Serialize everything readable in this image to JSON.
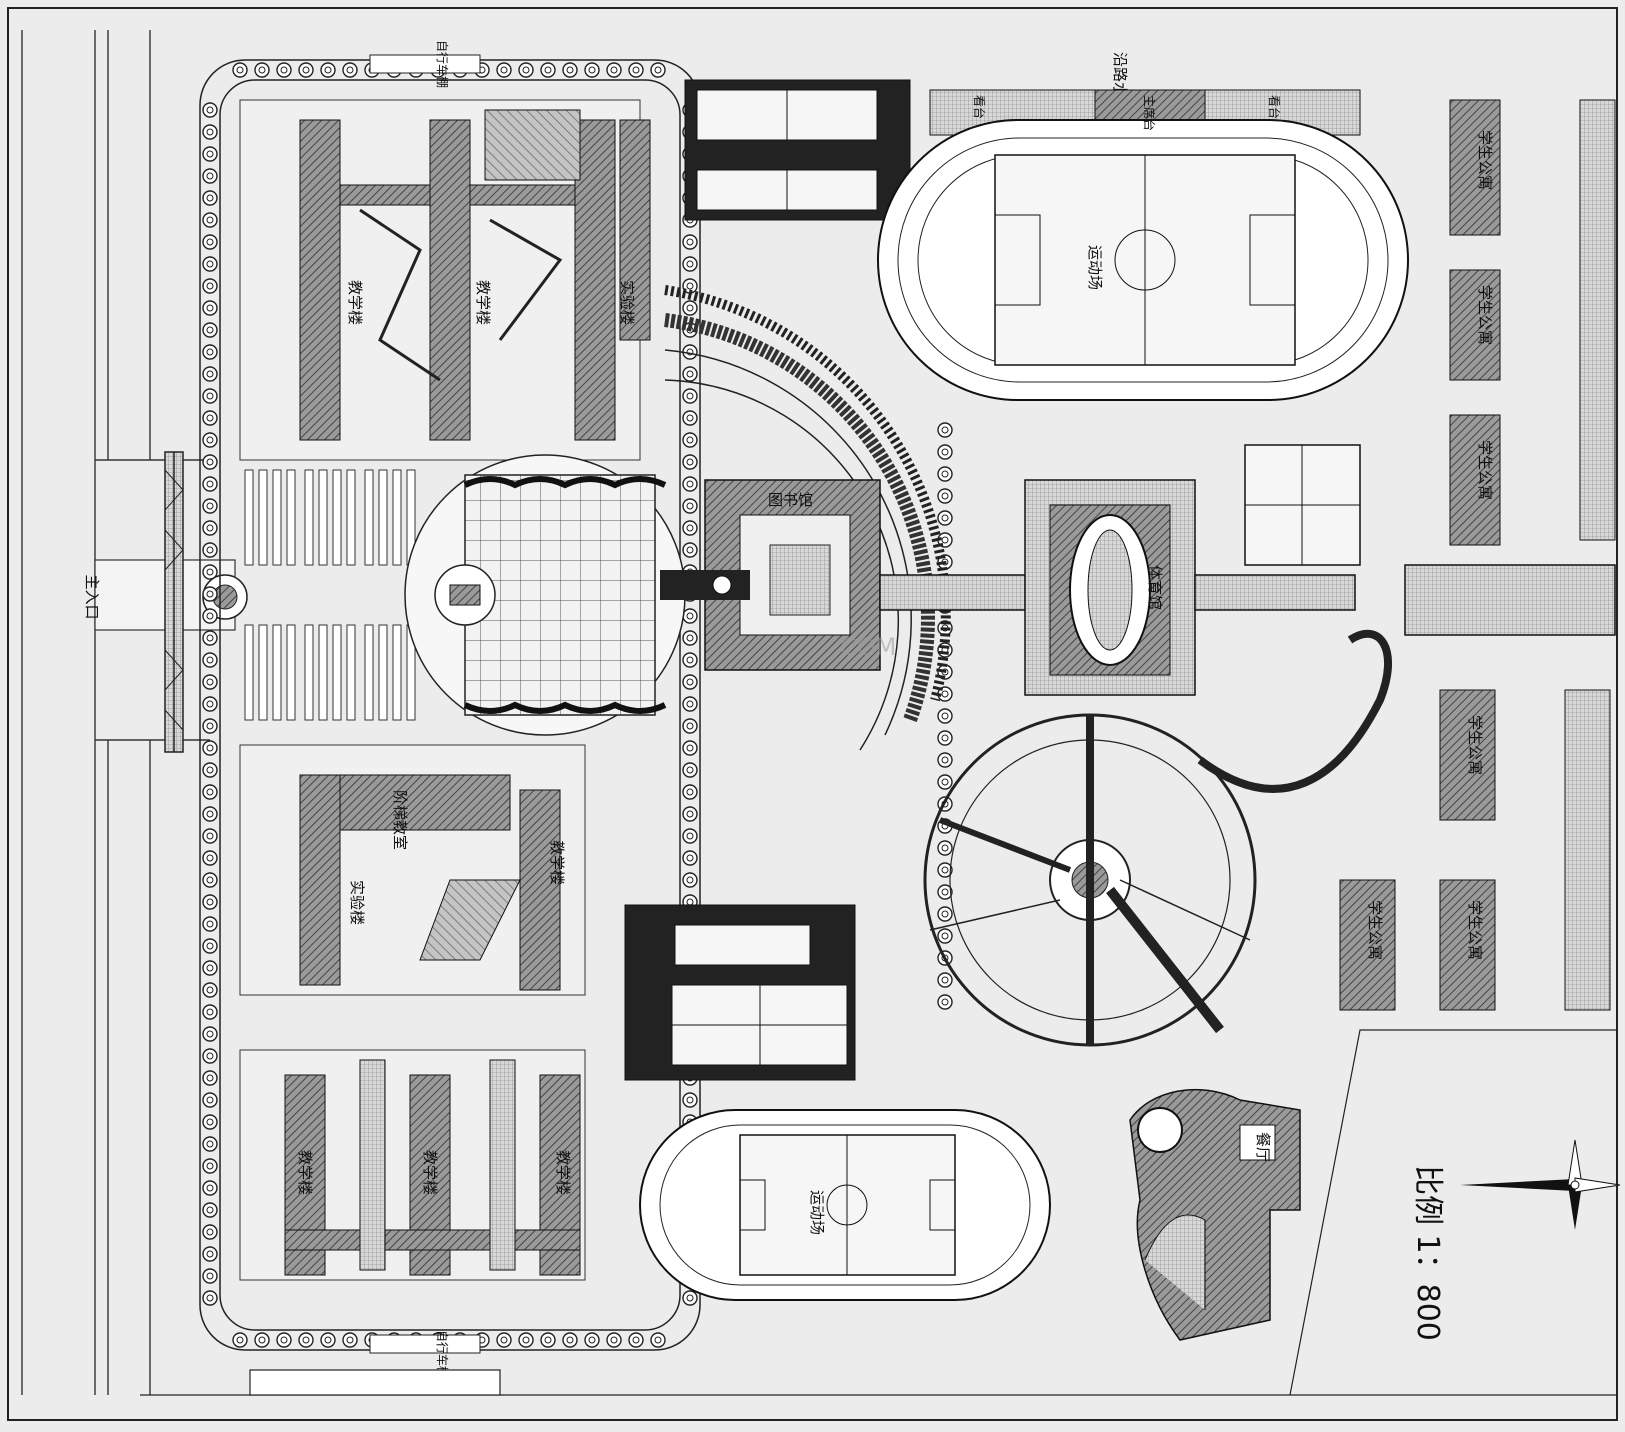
{
  "labels": {
    "main_entrance": "主入口",
    "scenic_road": "沿路水系景观带",
    "stand": "看台",
    "stand_main": "主席台",
    "bike_shed": "自行车棚",
    "sports_field": "运动场",
    "library": "图书馆",
    "gymnasium": "体育馆",
    "student_dorm": "学生公寓",
    "dining_hall": "餐厅",
    "teaching_bldg": "教学楼",
    "lab_bldg": "实验楼",
    "lecture_hall": "阶梯教室"
  },
  "scale": {
    "text": "比例 1：800"
  },
  "watermark": {
    "text": "COM"
  },
  "colors": {
    "background": "#ececec",
    "line": "#1a1a1a",
    "building_dark": "#5a5a5a",
    "building_mid": "#8a8a8a",
    "building_light": "#b0b0b0",
    "field": "#f6f6f6"
  }
}
